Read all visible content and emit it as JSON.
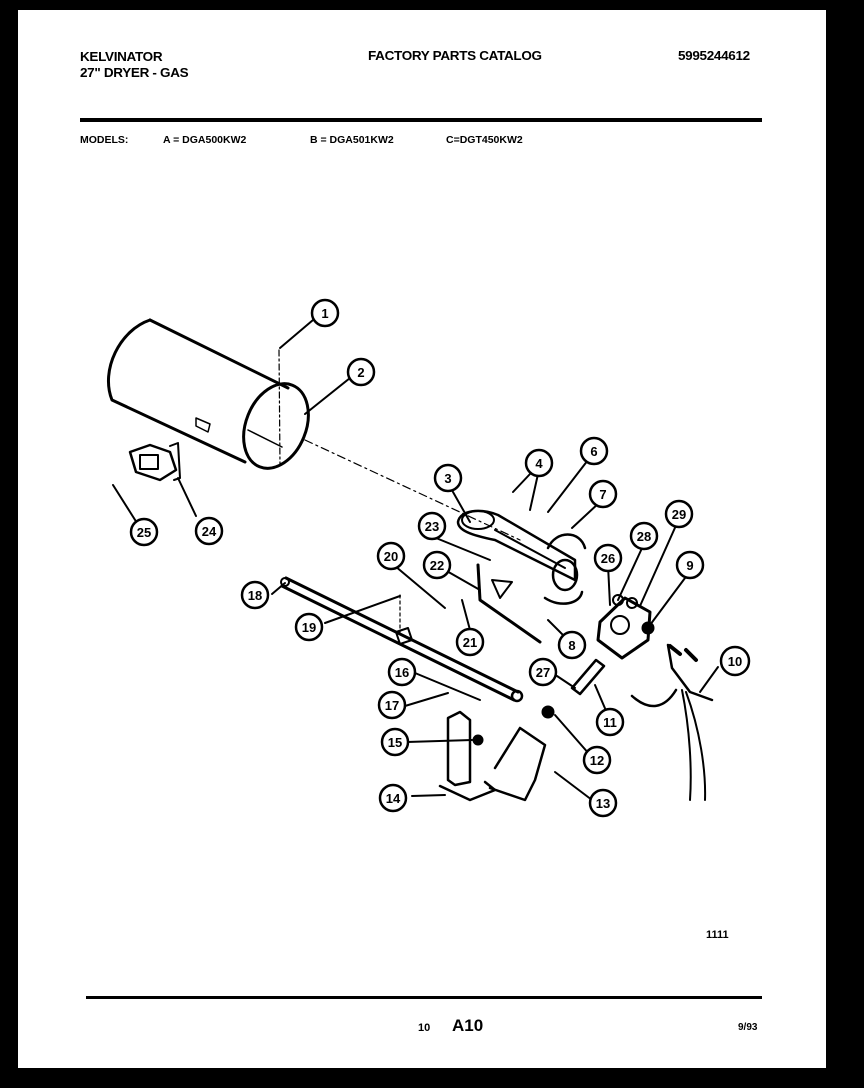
{
  "header": {
    "brand": "KELVINATOR",
    "product": "27\" DRYER - GAS",
    "catalog_title": "FACTORY PARTS CATALOG",
    "catalog_number": "5995244612"
  },
  "models": {
    "label": "MODELS:",
    "a": "A = DGA500KW2",
    "b": "B = DGA501KW2",
    "c": "C=DGT450KW2"
  },
  "diagram": {
    "drawing_number": "1111",
    "callouts": [
      "1",
      "2",
      "3",
      "4",
      "6",
      "7",
      "8",
      "9",
      "10",
      "11",
      "12",
      "13",
      "14",
      "15",
      "16",
      "17",
      "18",
      "19",
      "20",
      "21",
      "22",
      "23",
      "24",
      "25",
      "26",
      "27",
      "28",
      "29"
    ]
  },
  "footer": {
    "page_number": "10",
    "section": "A10",
    "date": "9/93"
  }
}
